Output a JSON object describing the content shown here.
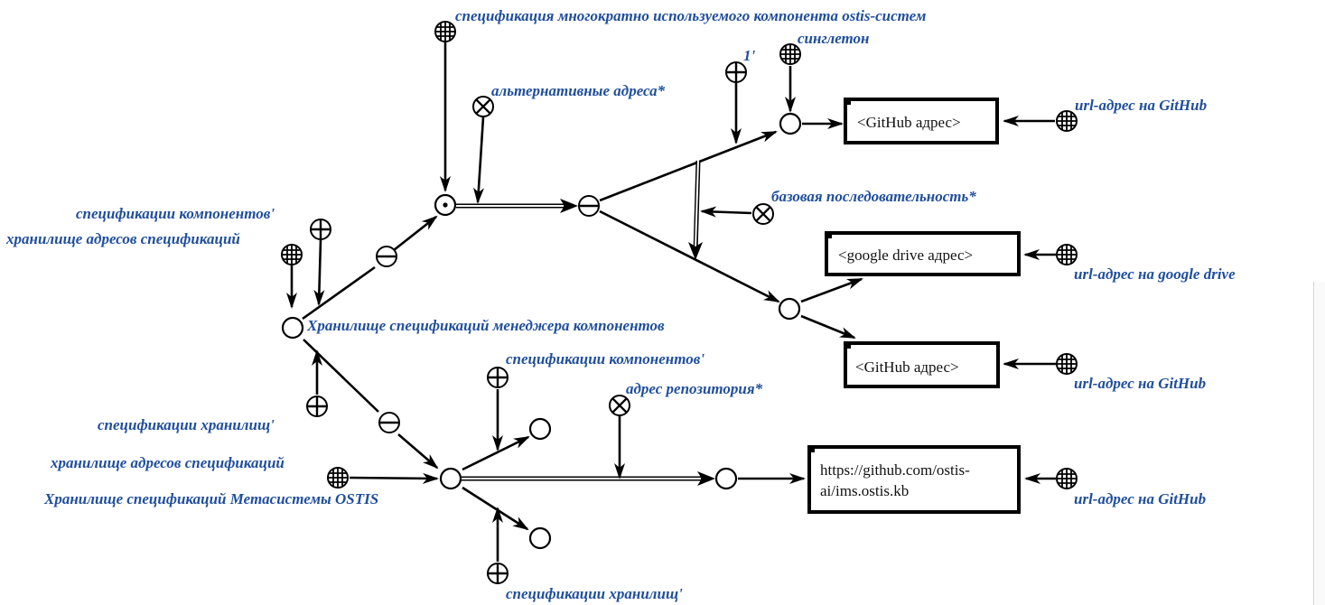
{
  "labels": {
    "spec_reusable_component": "спецификация многократно используемого компонента ostis-систем",
    "singleton": "синглетон",
    "one_prime": "1'",
    "alternative_addresses": "альтернативные адреса*",
    "url_github_1": "url-адрес на GitHub",
    "base_sequence": "базовая последовательность*",
    "component_specs_top": "спецификации компонентов'",
    "spec_address_storage_top": "хранилище адресов спецификаций",
    "url_google_drive": "url-адрес на google drive",
    "component_manager_storage": "Хранилище спецификаций менеджера компонентов",
    "url_github_2": "url-адрес на GitHub",
    "component_specs_bottom": "спецификации компонентов'",
    "repo_address": "адрес репозитория*",
    "storage_specs_left": "спецификации хранилищ'",
    "spec_address_storage_bottom": "хранилище адресов спецификаций",
    "metasystem_storage": "Хранилище спецификаций Метасистемы OSTIS",
    "url_github_3": "url-адрес на GitHub",
    "storage_specs_bottom": "спецификации хранилищ'"
  },
  "boxes": {
    "github_1": "<GitHub адрес>",
    "google_drive": "<google drive адрес>",
    "github_2": "<GitHub адрес>",
    "ims_line1": "https://github.com/ostis-",
    "ims_line2": "ai/ims.ostis.kb"
  },
  "icons": [
    "class-icon",
    "relation-icon",
    "role-relation-icon",
    "tuple-icon",
    "node-icon",
    "sequence-node-icon",
    "content-box-icon"
  ],
  "colors": {
    "label": "#1f4e9c",
    "stroke": "#000000"
  }
}
